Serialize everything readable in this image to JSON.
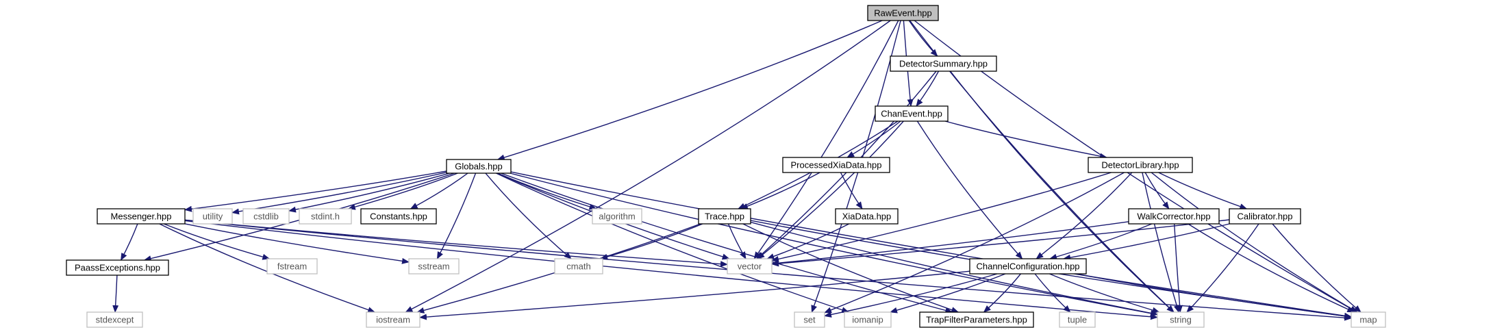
{
  "diagram": {
    "nodes": [
      {
        "id": "rawevent",
        "label": "RawEvent.hpp",
        "kind": "root",
        "interactive": true
      },
      {
        "id": "detsummary",
        "label": "DetectorSummary.hpp",
        "kind": "local",
        "interactive": true
      },
      {
        "id": "chanevent",
        "label": "ChanEvent.hpp",
        "kind": "local",
        "interactive": true
      },
      {
        "id": "globals",
        "label": "Globals.hpp",
        "kind": "local",
        "interactive": true
      },
      {
        "id": "processedxia",
        "label": "ProcessedXiaData.hpp",
        "kind": "local",
        "interactive": true
      },
      {
        "id": "detlib",
        "label": "DetectorLibrary.hpp",
        "kind": "local",
        "interactive": true
      },
      {
        "id": "messenger",
        "label": "Messenger.hpp",
        "kind": "local",
        "interactive": true
      },
      {
        "id": "utility",
        "label": "utility",
        "kind": "sys",
        "interactive": false
      },
      {
        "id": "cstdlib",
        "label": "cstdlib",
        "kind": "sys",
        "interactive": false
      },
      {
        "id": "stdinth",
        "label": "stdint.h",
        "kind": "sys",
        "interactive": false
      },
      {
        "id": "constants",
        "label": "Constants.hpp",
        "kind": "local",
        "interactive": true
      },
      {
        "id": "algorithm",
        "label": "algorithm",
        "kind": "sys",
        "interactive": false
      },
      {
        "id": "trace",
        "label": "Trace.hpp",
        "kind": "local",
        "interactive": true
      },
      {
        "id": "xiadata",
        "label": "XiaData.hpp",
        "kind": "local",
        "interactive": true
      },
      {
        "id": "walkcorrector",
        "label": "WalkCorrector.hpp",
        "kind": "local",
        "interactive": true
      },
      {
        "id": "calibrator",
        "label": "Calibrator.hpp",
        "kind": "local",
        "interactive": true
      },
      {
        "id": "paassexc",
        "label": "PaassExceptions.hpp",
        "kind": "local",
        "interactive": true
      },
      {
        "id": "fstream",
        "label": "fstream",
        "kind": "sys",
        "interactive": false
      },
      {
        "id": "sstream",
        "label": "sstream",
        "kind": "sys",
        "interactive": false
      },
      {
        "id": "cmath",
        "label": "cmath",
        "kind": "sys",
        "interactive": false
      },
      {
        "id": "vector",
        "label": "vector",
        "kind": "sys",
        "interactive": false
      },
      {
        "id": "chanconfig",
        "label": "ChannelConfiguration.hpp",
        "kind": "local",
        "interactive": true
      },
      {
        "id": "stdexcept",
        "label": "stdexcept",
        "kind": "sys",
        "interactive": false
      },
      {
        "id": "iostream",
        "label": "iostream",
        "kind": "sys",
        "interactive": false
      },
      {
        "id": "set",
        "label": "set",
        "kind": "sys",
        "interactive": false
      },
      {
        "id": "iomanip",
        "label": "iomanip",
        "kind": "sys",
        "interactive": false
      },
      {
        "id": "trapfilter",
        "label": "TrapFilterParameters.hpp",
        "kind": "local",
        "interactive": true
      },
      {
        "id": "tuple",
        "label": "tuple",
        "kind": "sys",
        "interactive": false
      },
      {
        "id": "string",
        "label": "string",
        "kind": "sys",
        "interactive": false
      },
      {
        "id": "map",
        "label": "map",
        "kind": "sys",
        "interactive": false
      }
    ],
    "edges": [
      [
        "rawevent",
        "detsummary"
      ],
      [
        "rawevent",
        "chanevent"
      ],
      [
        "rawevent",
        "globals"
      ],
      [
        "rawevent",
        "vector"
      ],
      [
        "rawevent",
        "string"
      ],
      [
        "rawevent",
        "map"
      ],
      [
        "rawevent",
        "iostream"
      ],
      [
        "rawevent",
        "set"
      ],
      [
        "detsummary",
        "chanevent"
      ],
      [
        "detsummary",
        "vector"
      ],
      [
        "detsummary",
        "string"
      ],
      [
        "chanevent",
        "processedxia"
      ],
      [
        "chanevent",
        "detlib"
      ],
      [
        "chanevent",
        "trace"
      ],
      [
        "chanevent",
        "vector"
      ],
      [
        "chanevent",
        "chanconfig"
      ],
      [
        "globals",
        "messenger"
      ],
      [
        "globals",
        "utility"
      ],
      [
        "globals",
        "cstdlib"
      ],
      [
        "globals",
        "stdinth"
      ],
      [
        "globals",
        "constants"
      ],
      [
        "globals",
        "algorithm"
      ],
      [
        "globals",
        "paassexc"
      ],
      [
        "globals",
        "sstream"
      ],
      [
        "globals",
        "cmath"
      ],
      [
        "globals",
        "vector"
      ],
      [
        "globals",
        "string"
      ],
      [
        "globals",
        "map"
      ],
      [
        "globals",
        "iomanip"
      ],
      [
        "globals",
        "trapfilter"
      ],
      [
        "processedxia",
        "trace"
      ],
      [
        "processedxia",
        "xiadata"
      ],
      [
        "detlib",
        "walkcorrector"
      ],
      [
        "detlib",
        "calibrator"
      ],
      [
        "detlib",
        "vector"
      ],
      [
        "detlib",
        "chanconfig"
      ],
      [
        "detlib",
        "set"
      ],
      [
        "detlib",
        "string"
      ],
      [
        "detlib",
        "map"
      ],
      [
        "messenger",
        "paassexc"
      ],
      [
        "messenger",
        "fstream"
      ],
      [
        "messenger",
        "sstream"
      ],
      [
        "messenger",
        "vector"
      ],
      [
        "messenger",
        "iostream"
      ],
      [
        "messenger",
        "string"
      ],
      [
        "messenger",
        "map"
      ],
      [
        "trace",
        "cmath"
      ],
      [
        "trace",
        "vector"
      ],
      [
        "trace",
        "iostream"
      ],
      [
        "trace",
        "string"
      ],
      [
        "trace",
        "map"
      ],
      [
        "trace",
        "trapfilter"
      ],
      [
        "xiadata",
        "vector"
      ],
      [
        "walkcorrector",
        "chanconfig"
      ],
      [
        "walkcorrector",
        "vector"
      ],
      [
        "walkcorrector",
        "string"
      ],
      [
        "walkcorrector",
        "map"
      ],
      [
        "calibrator",
        "chanconfig"
      ],
      [
        "calibrator",
        "vector"
      ],
      [
        "calibrator",
        "string"
      ],
      [
        "calibrator",
        "map"
      ],
      [
        "paassexc",
        "stdexcept"
      ],
      [
        "chanconfig",
        "iostream"
      ],
      [
        "chanconfig",
        "set"
      ],
      [
        "chanconfig",
        "iomanip"
      ],
      [
        "chanconfig",
        "trapfilter"
      ],
      [
        "chanconfig",
        "tuple"
      ],
      [
        "chanconfig",
        "string"
      ],
      [
        "chanconfig",
        "map"
      ]
    ]
  }
}
